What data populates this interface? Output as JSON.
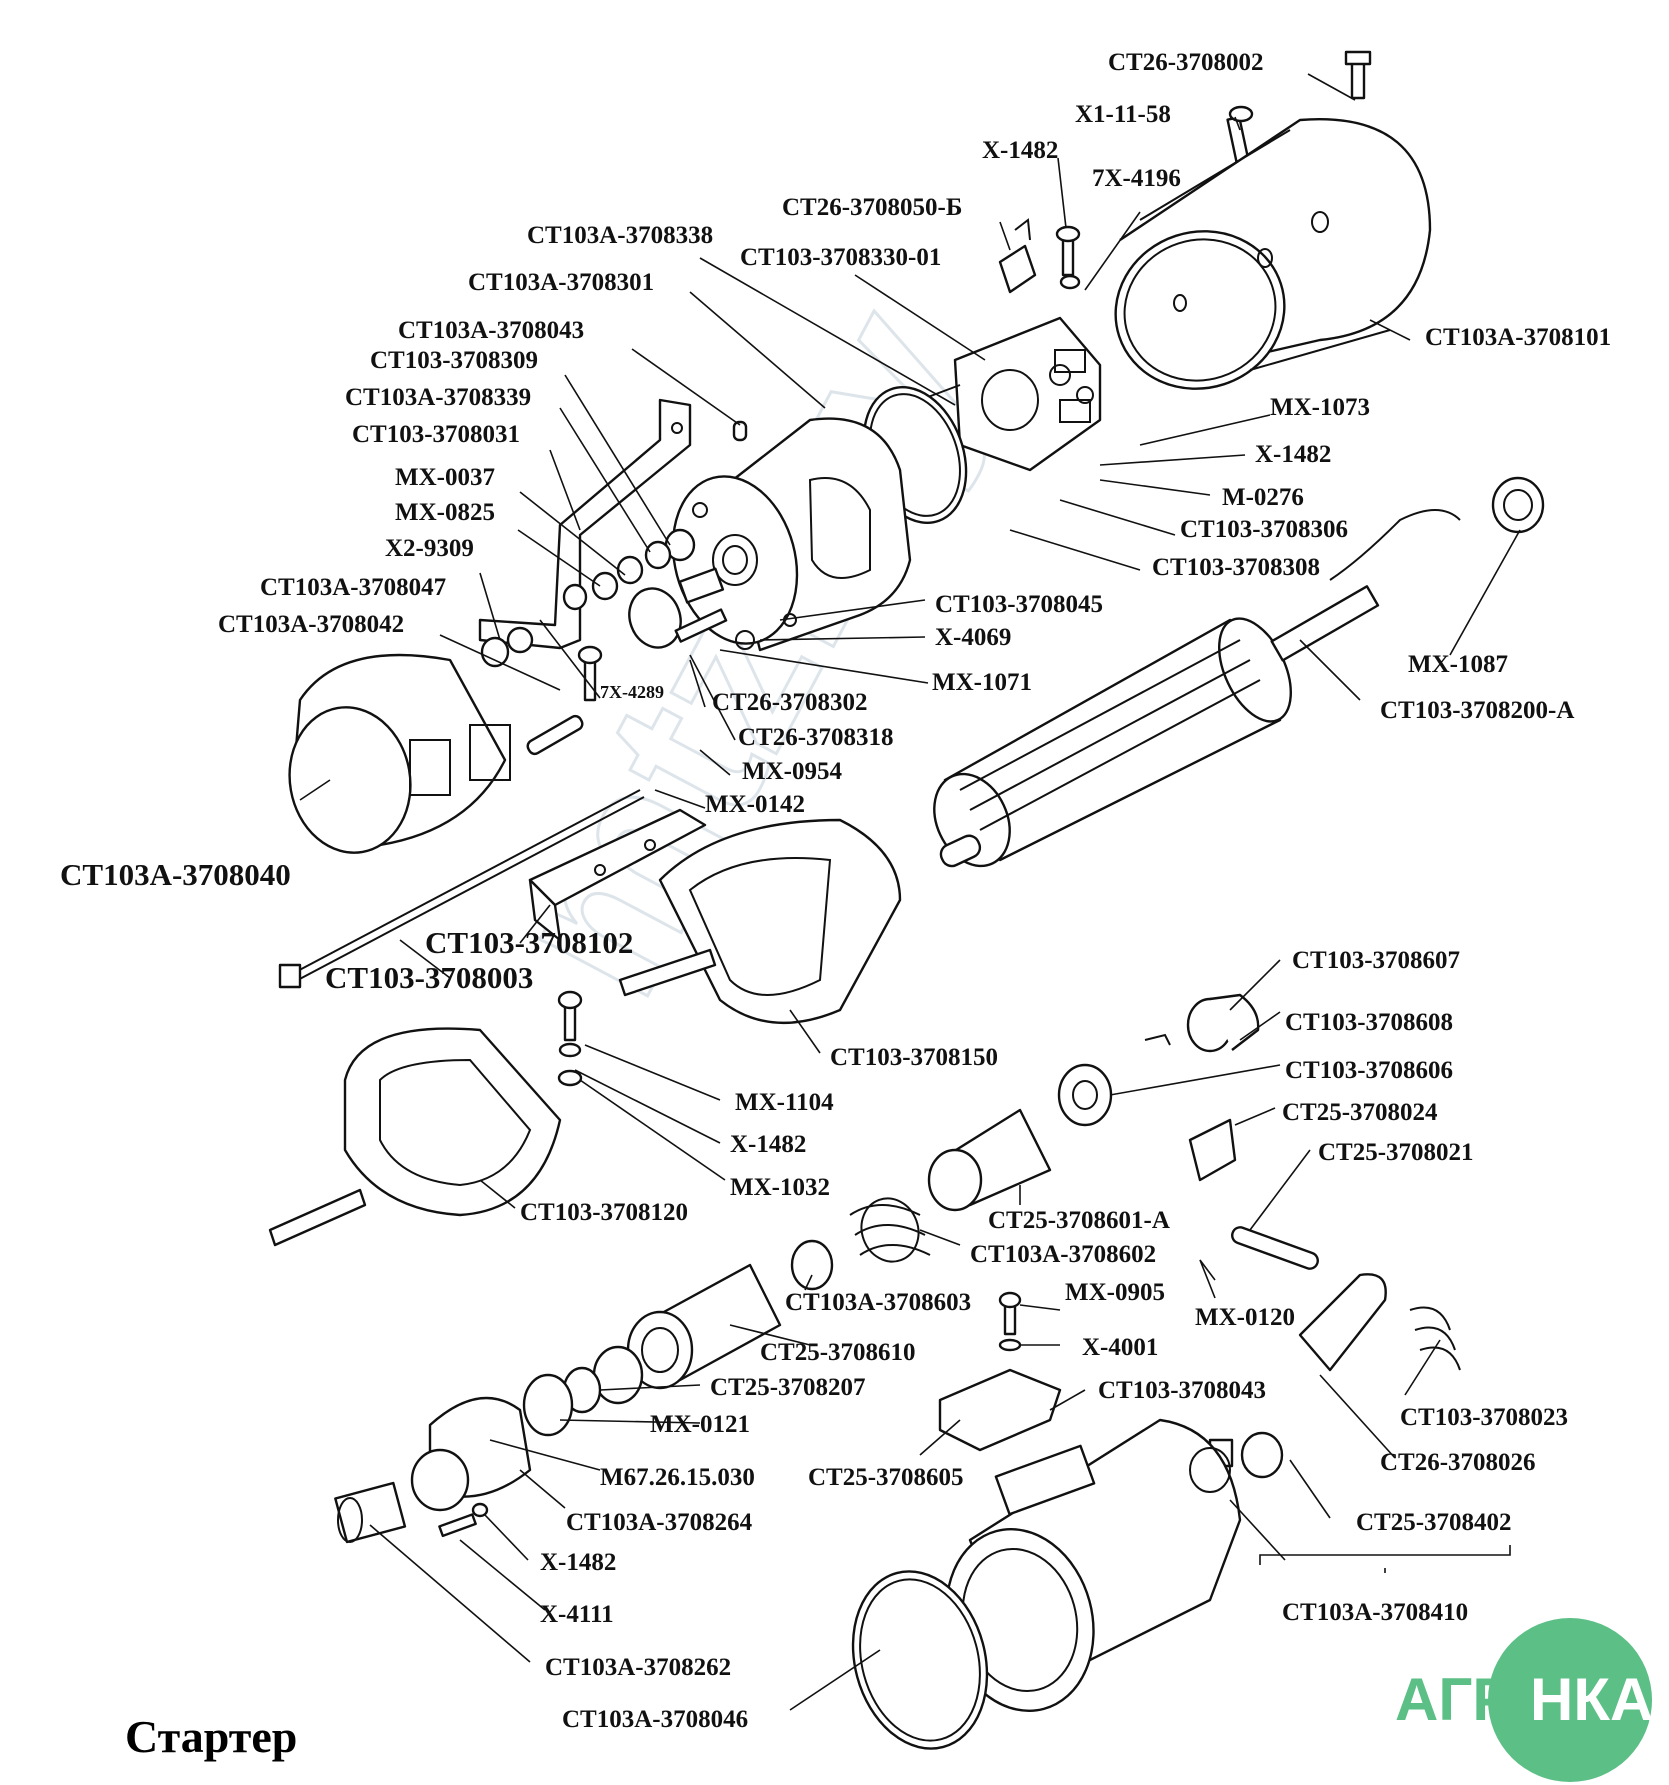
{
  "title": "Стартер",
  "logo": {
    "left": "АГРО",
    "right": "НКА",
    "color": "#5bbf86"
  },
  "watermark": "mtz.by",
  "parts": [
    "СТ26-3708002",
    "Х1-11-58",
    "Х-1482",
    "7Х-4196",
    "СТ26-3708050-Б",
    "СТ103А-3708338",
    "СТ103-3708330-01",
    "СТ103А-3708301",
    "СТ103А-3708043",
    "СТ103-3708309",
    "СТ103А-3708339",
    "СТ103-3708031",
    "МХ-0037",
    "МХ-0825",
    "Х2-9309",
    "СТ103А-3708047",
    "СТ103А-3708042",
    "СТ103А-3708101",
    "МХ-1073",
    "Х-1482",
    "М-0276",
    "СТ103-3708306",
    "СТ103-3708308",
    "СТ103-3708045",
    "Х-4069",
    "МХ-1071",
    "7Х-4289",
    "СТ26-3708302",
    "СТ26-3708318",
    "МХ-0954",
    "МХ-0142",
    "МХ-1087",
    "СТ103-3708200-А",
    "СТ103А-3708040",
    "СТ103-3708102",
    "СТ103-3708003",
    "СТ103-3708150",
    "СТ103-3708607",
    "СТ103-3708608",
    "СТ103-3708606",
    "СТ25-3708024",
    "СТ25-3708021",
    "МХ-1104",
    "Х-1482",
    "МХ-1032",
    "СТ103-3708120",
    "СТ25-3708601-А",
    "СТ103А-3708602",
    "МХ-0120",
    "СТ103А-3708603",
    "МХ-0905",
    "СТ25-3708610",
    "Х-4001",
    "СТ25-3708207",
    "СТ103-3708043",
    "МХ-0121",
    "СТ103-3708023",
    "СТ26-3708026",
    "М67.26.15.030",
    "СТ25-3708605",
    "СТ103А-3708264",
    "СТ25-3708402",
    "Х-1482",
    "Х-4111",
    "СТ103А-3708410",
    "СТ103А-3708262",
    "СТ103А-3708046"
  ]
}
